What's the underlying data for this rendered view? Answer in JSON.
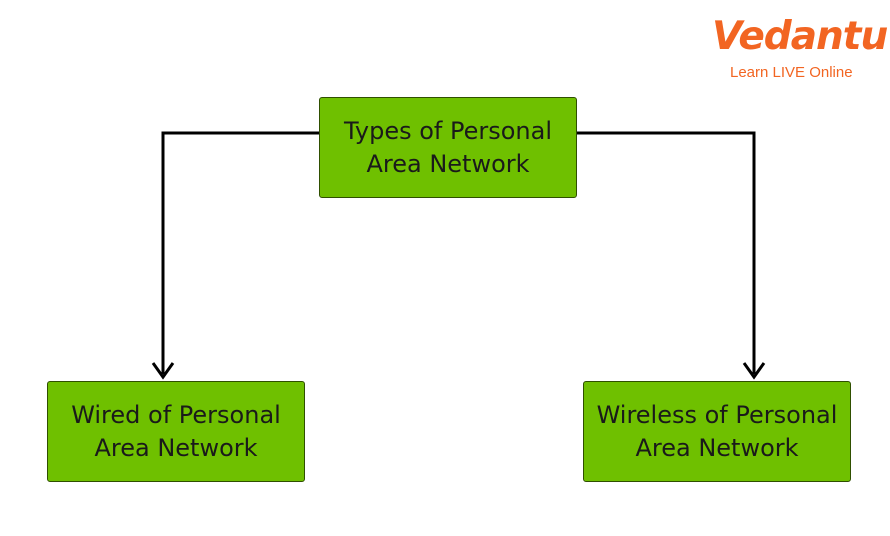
{
  "diagram": {
    "root": {
      "label": "Types of Personal\nArea Network"
    },
    "children": [
      {
        "label": "Wired of Personal\nArea Network"
      },
      {
        "label": "Wireless of Personal\nArea Network"
      }
    ]
  },
  "logo": {
    "brand": "Vedantu",
    "tagline": "Learn LIVE Online"
  },
  "colors": {
    "node_fill": "#6fc000",
    "brand_orange": "#f26522",
    "connector": "#000000"
  }
}
